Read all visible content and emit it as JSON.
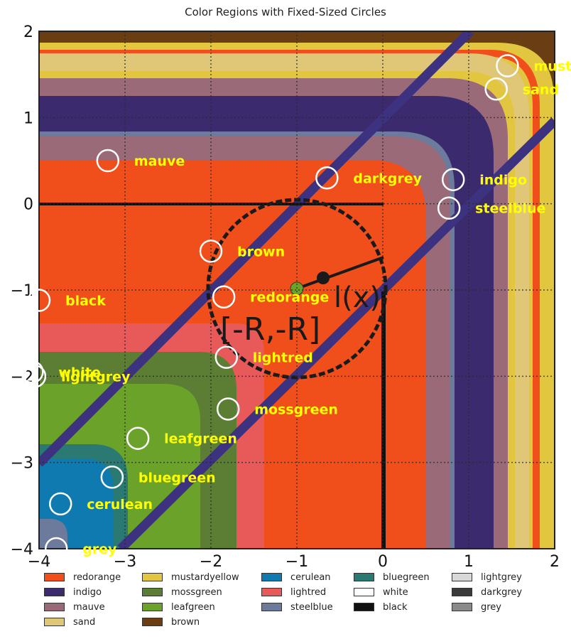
{
  "chart_data": {
    "type": "scatter",
    "title": "Color Regions with Fixed-Sized Circles",
    "xlim": [
      -4,
      2
    ],
    "ylim": [
      -4,
      2
    ],
    "x_ticks": [
      -4,
      -3,
      -2,
      -1,
      0,
      1,
      2
    ],
    "y_ticks": [
      -4,
      -3,
      -2,
      -1,
      0,
      1,
      2
    ],
    "x_tick_labels": [
      "−4",
      "−3",
      "−2",
      "−1",
      "0",
      "1",
      "2"
    ],
    "y_tick_labels": [
      "−4",
      "−3",
      "−2",
      "−1",
      "0",
      "1",
      "2"
    ],
    "grid": true,
    "legend_position": "bottom",
    "background_text": [
      "l(x)",
      "[-R,-R]"
    ],
    "circles": [
      {
        "label": "mustardyellow",
        "x": 1.45,
        "y": 1.6
      },
      {
        "label": "sand",
        "x": 1.32,
        "y": 1.33
      },
      {
        "label": "mauve",
        "x": -3.2,
        "y": 0.5
      },
      {
        "label": "darkgrey",
        "x": -0.65,
        "y": 0.3
      },
      {
        "label": "indigo",
        "x": 0.82,
        "y": 0.28
      },
      {
        "label": "steelblue",
        "x": 0.77,
        "y": -0.05
      },
      {
        "label": "brown",
        "x": -2.0,
        "y": -0.55
      },
      {
        "label": "redorange",
        "x": -1.85,
        "y": -1.08
      },
      {
        "label": "black",
        "x": -4.0,
        "y": -1.12
      },
      {
        "label": "lightred",
        "x": -1.82,
        "y": -1.78
      },
      {
        "label": "white",
        "x": -4.08,
        "y": -1.95
      },
      {
        "label": "lightgrey",
        "x": -4.05,
        "y": -2.0
      },
      {
        "label": "mossgreen",
        "x": -1.8,
        "y": -2.38
      },
      {
        "label": "leafgreen",
        "x": -2.85,
        "y": -2.72
      },
      {
        "label": "bluegreen",
        "x": -3.15,
        "y": -3.17
      },
      {
        "label": "cerulean",
        "x": -3.75,
        "y": -3.48
      },
      {
        "label": "grey",
        "x": -3.8,
        "y": -4.0
      }
    ],
    "legend": [
      {
        "name": "redorange",
        "color": "#f04e1a"
      },
      {
        "name": "indigo",
        "color": "#3b2a6e"
      },
      {
        "name": "mauve",
        "color": "#9a6a78"
      },
      {
        "name": "sand",
        "color": "#dfc777"
      },
      {
        "name": "mustardyellow",
        "color": "#e3c640"
      },
      {
        "name": "mossgreen",
        "color": "#5b7e34"
      },
      {
        "name": "leafgreen",
        "color": "#6aa22a"
      },
      {
        "name": "brown",
        "color": "#6b3d12"
      },
      {
        "name": "cerulean",
        "color": "#0f7ab0"
      },
      {
        "name": "lightred",
        "color": "#e8595a"
      },
      {
        "name": "steelblue",
        "color": "#6c7a9c"
      },
      {
        "name": "bluegreen",
        "color": "#2a7a73"
      },
      {
        "name": "white",
        "color": "#ffffff"
      },
      {
        "name": "black",
        "color": "#111111"
      },
      {
        "name": "lightgrey",
        "color": "#d8d8d8"
      },
      {
        "name": "darkgrey",
        "color": "#3a3a3a"
      },
      {
        "name": "grey",
        "color": "#8a8a8a"
      }
    ],
    "colors": {
      "circle_label": "#ffff00",
      "circle_stroke": "#ffffff",
      "band": "#3d3280",
      "grid": "#2a2a2a"
    }
  }
}
